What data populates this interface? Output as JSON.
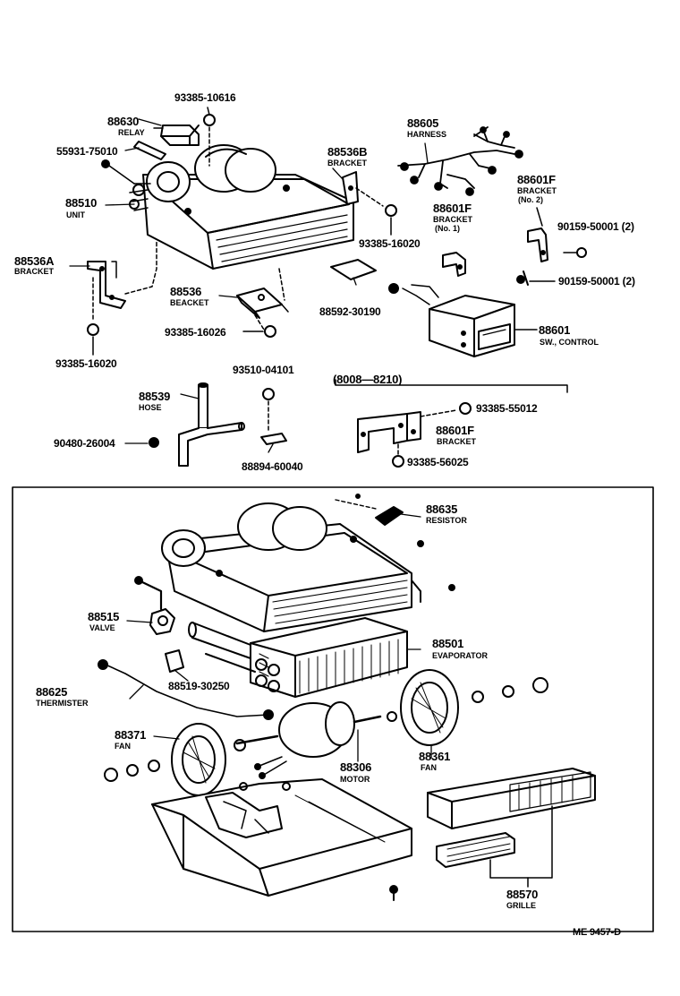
{
  "labels": {
    "p93385_10616": "93385-10616",
    "p88630": "88630",
    "relay": "RELAY",
    "p55931": "55931-75010",
    "p88510": "88510",
    "unit": "UNIT",
    "p88536A": "88536A",
    "bracket_a": "BRACKET",
    "p88536": "88536",
    "beacket": "BEACKET",
    "p93385_16026": "93385-16026",
    "p93385_16020_left": "93385-16020",
    "p88536B": "88536B",
    "bracket_b": "BRACKET",
    "p93385_16020_mid": "93385-16020",
    "p88605": "88605",
    "harness": "HARNESS",
    "p88601F_no1": "88601F",
    "bracket_no1": "BRACKET",
    "no1": "(No. 1)",
    "p88601F_no2": "88601F",
    "bracket_no2": "BRACKET",
    "no2": "(No. 2)",
    "p90159_a": "90159-50001 (2)",
    "p90159_b": "90159-50001 (2)",
    "p88592": "88592-30190",
    "p88601": "88601",
    "sw_control": "SW., CONTROL",
    "p88539": "88539",
    "hose": "HOSE",
    "p93510": "93510-04101",
    "p90480": "90480-26004",
    "p88894": "88894-60040",
    "range": "(8008—8210)",
    "p93385_55012": "93385-55012",
    "p88601F_c": "88601F",
    "bracket_c": "BRACKET",
    "p93385_56025": "93385-56025",
    "p88635": "88635",
    "resistor": "RESISTOR",
    "p88515": "88515",
    "valve": "VALVE",
    "p88501": "88501",
    "evaporator": "EVAPORATOR",
    "p88519": "88519-30250",
    "p88625": "88625",
    "thermister": "THERMISTER",
    "p88371": "88371",
    "fan_l": "FAN",
    "p88306": "88306",
    "motor": "MOTOR",
    "p88361": "88361",
    "fan_r": "FAN",
    "p88570": "88570",
    "grille": "GRILLE",
    "code": "ME  9457-D"
  }
}
